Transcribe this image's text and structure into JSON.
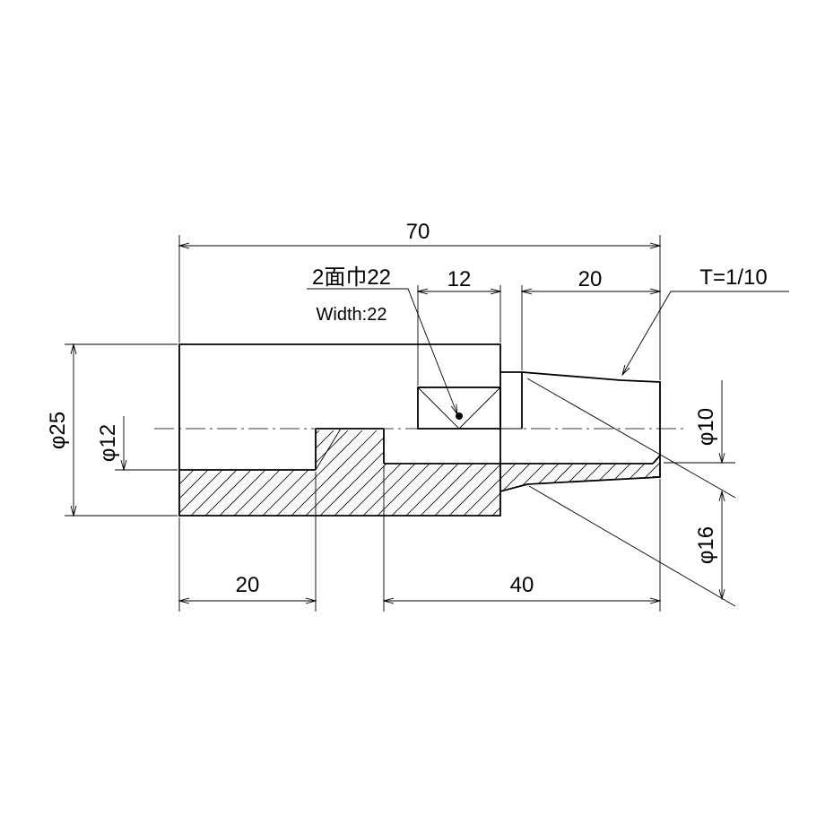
{
  "labels": {
    "overall_length": "70",
    "across_flats_jp": "2面巾22",
    "across_flats_en": "Width:22",
    "flat_length": "12",
    "taper_length": "20",
    "taper_note": "T=1/10",
    "dia_outer": "φ25",
    "dia_bore": "φ12",
    "dia_tip": "φ10",
    "dia_taper": "φ16",
    "bore_depth": "20",
    "stem_length": "40"
  }
}
